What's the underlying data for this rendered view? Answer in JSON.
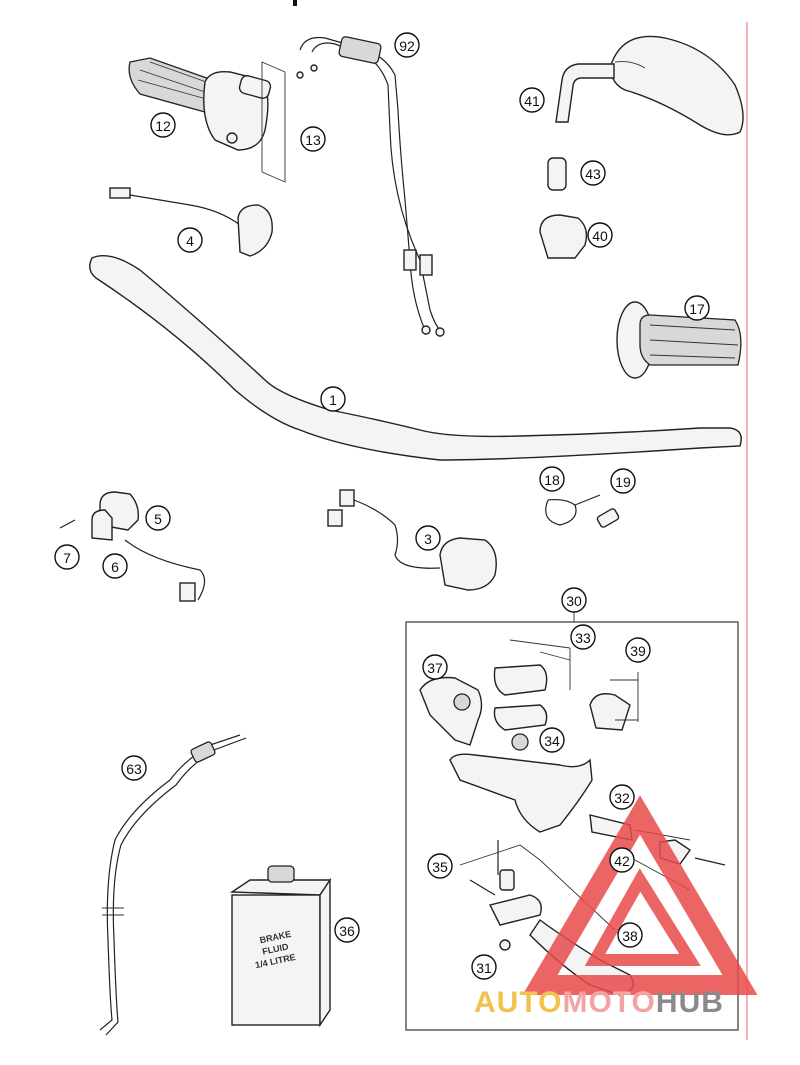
{
  "callouts": [
    {
      "id": "c92",
      "number": "92"
    },
    {
      "id": "c12",
      "number": "12"
    },
    {
      "id": "c13",
      "number": "13"
    },
    {
      "id": "c41",
      "number": "41"
    },
    {
      "id": "c43",
      "number": "43"
    },
    {
      "id": "c40",
      "number": "40"
    },
    {
      "id": "c4",
      "number": "4"
    },
    {
      "id": "c17",
      "number": "17"
    },
    {
      "id": "c1",
      "number": "1"
    },
    {
      "id": "c18",
      "number": "18"
    },
    {
      "id": "c19",
      "number": "19"
    },
    {
      "id": "c5",
      "number": "5"
    },
    {
      "id": "c6",
      "number": "6"
    },
    {
      "id": "c7",
      "number": "7"
    },
    {
      "id": "c3",
      "number": "3"
    },
    {
      "id": "c30",
      "number": "30"
    },
    {
      "id": "c33",
      "number": "33"
    },
    {
      "id": "c39",
      "number": "39"
    },
    {
      "id": "c37",
      "number": "37"
    },
    {
      "id": "c34",
      "number": "34"
    },
    {
      "id": "c32",
      "number": "32"
    },
    {
      "id": "c42",
      "number": "42"
    },
    {
      "id": "c35",
      "number": "35"
    },
    {
      "id": "c38",
      "number": "38"
    },
    {
      "id": "c31",
      "number": "31"
    },
    {
      "id": "c63",
      "number": "63"
    },
    {
      "id": "c36",
      "number": "36"
    }
  ],
  "brake_fluid_label": [
    "BRAKE",
    "FLUID",
    "1/4 LITRE"
  ],
  "watermark": {
    "part1": "AUTO",
    "part2": "MOTO",
    "part3": "HUB",
    "color1": "#f2c14e",
    "color2": "#f4a3a3",
    "color3": "#8a8a8a",
    "triangle_color": "#e84b4b"
  },
  "colors": {
    "margin_line": "#f08080"
  }
}
